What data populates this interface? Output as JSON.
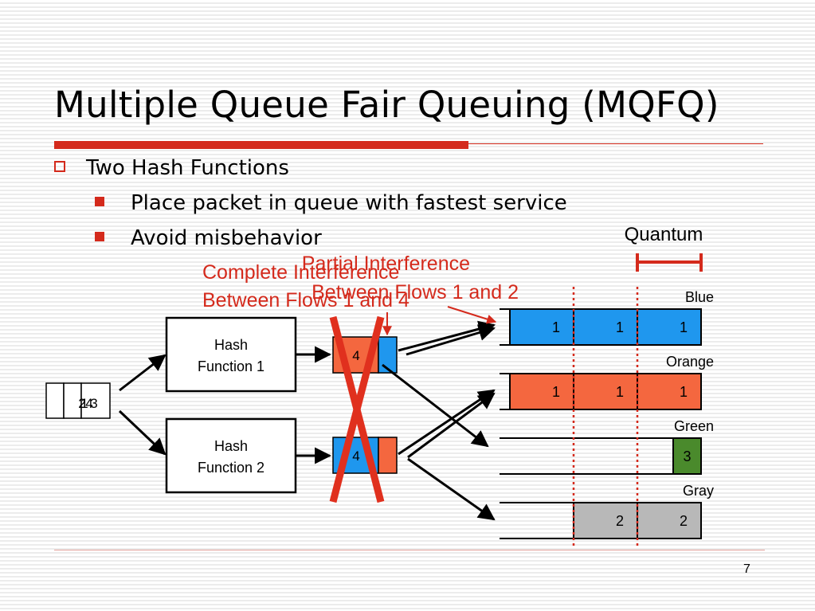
{
  "slide": {
    "title": "Multiple Queue Fair Queuing (MQFQ)",
    "bullets": [
      "Two Hash Functions",
      "Place packet in queue with fastest service",
      "Avoid misbehavior"
    ],
    "page_number": "7"
  },
  "diagram": {
    "input_packets": [
      "2",
      "1",
      "4",
      "3"
    ],
    "hash_functions": [
      {
        "line1": "Hash",
        "line2": "Function 1"
      },
      {
        "line1": "Hash",
        "line2": "Function 2"
      }
    ],
    "intermediate_queues": [
      {
        "label": "4",
        "fill": "#f4673f",
        "tail": "#1f97ee"
      },
      {
        "label": "4",
        "fill": "#1f97ee",
        "tail": "#f4673f"
      }
    ],
    "annotations": {
      "partial_line1": "Partial Interference",
      "partial_line2": "Between Flows 1 and 2",
      "complete_line1": "Complete Interference",
      "complete_line2": "Between Flows 1 and 4",
      "quantum": "Quantum"
    },
    "output_queues": [
      {
        "name": "Blue",
        "color": "#1f97ee",
        "slots": 3,
        "labels": [
          "1",
          "1",
          "1"
        ]
      },
      {
        "name": "Orange",
        "color": "#f4673f",
        "slots": 3,
        "labels": [
          "1",
          "1",
          "1"
        ]
      },
      {
        "name": "Green",
        "color": "#4a8a2c",
        "slots": 1,
        "labels": [
          "3"
        ]
      },
      {
        "name": "Gray",
        "color": "#b8b8b8",
        "slots": 2,
        "labels": [
          "2",
          "2"
        ]
      }
    ],
    "colors": {
      "accent": "#d42a1c",
      "cross": "#e0301e"
    }
  }
}
